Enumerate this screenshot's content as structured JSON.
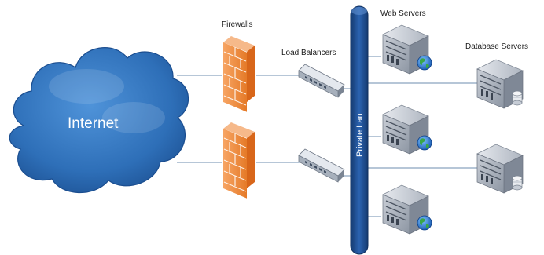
{
  "labels": {
    "internet": "Internet",
    "firewalls": "Firewalls",
    "load_balancers": "Load Balancers",
    "web_servers": "Web Servers",
    "database_servers": "Database Servers",
    "private_lan": "Private Lan"
  },
  "icons": {
    "cloud": "cloud-icon",
    "firewall": "firewall-icon",
    "load_balancer": "load-balancer-icon",
    "web_server": "web-server-icon",
    "database_server": "database-server-icon"
  },
  "colors": {
    "cloud": "#2e6fb8",
    "lan_bus": "#1f4f93",
    "firewall": "#f28a3a",
    "connector": "#8aa3bf"
  }
}
